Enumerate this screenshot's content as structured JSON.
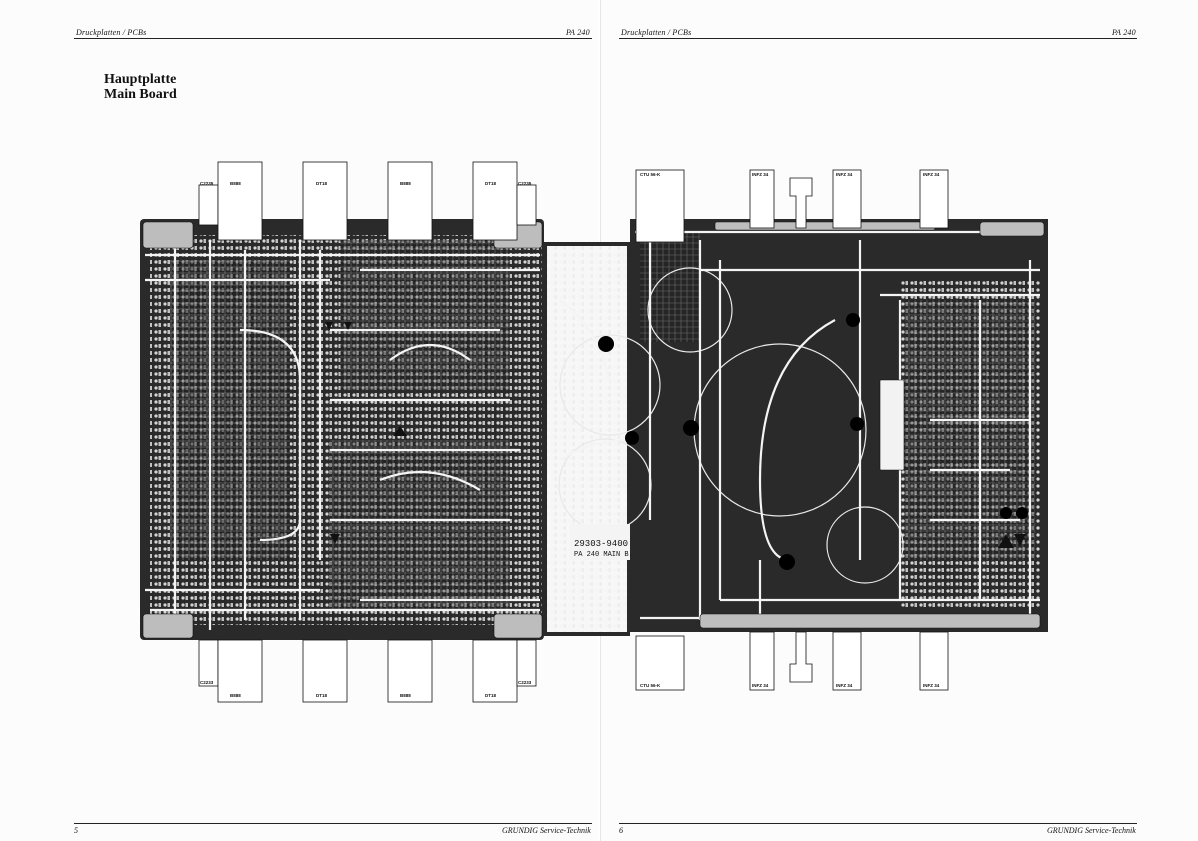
{
  "left_page": {
    "header_left": "Druckplatten / PCBs",
    "header_right": "PA 240",
    "title_line1": "Hauptplatte",
    "title_line2": "Main Board",
    "footer_page": "5",
    "footer_brand": "GRUNDIG Service-Technik"
  },
  "right_page": {
    "header_left": "Druckplatten / PCBs",
    "header_right": "PA 240",
    "footer_page": "6",
    "footer_brand": "GRUNDIG Service-Technik"
  },
  "board": {
    "silkscreen_line1": "29303-9400",
    "silkscreen_line2": "PA 240 MAIN B.",
    "copper_color": "#2a2a2a",
    "trace_color": "#f4f4f4"
  },
  "connectors_left_top": [
    "C2235",
    "B888",
    "DT18",
    "B888",
    "DT18",
    "C2235"
  ],
  "connectors_left_bottom": [
    "C2233",
    "B888",
    "DT18",
    "B888",
    "DT18",
    "C2233"
  ],
  "connectors_right_top": [
    "CTU 56-K",
    "INFZ 34",
    "INFZ 34",
    "INFZ 34"
  ],
  "connectors_right_bottom": [
    "CTU 56-K",
    "INFZ 34",
    "INFZ 34",
    "INFZ 34"
  ]
}
